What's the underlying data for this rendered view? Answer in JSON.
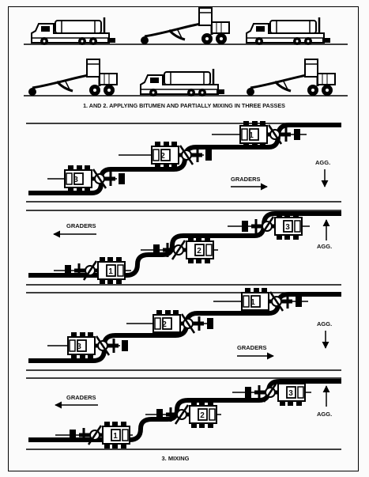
{
  "top": {
    "caption": "1.  AND  2.  APPLYING BITUMEN AND PARTIALLY MIXING IN THREE PASSES",
    "vehicles_row1": [
      "distributor-truck",
      "motor-grader",
      "distributor-truck"
    ],
    "vehicles_row2": [
      "motor-grader",
      "distributor-truck",
      "motor-grader"
    ]
  },
  "panels": [
    {
      "graders": "GRADERS",
      "graders_arrow": "right",
      "agg": "AGG.",
      "agg_arrow": "down",
      "units": [
        "3",
        "2",
        "1"
      ]
    },
    {
      "graders": "GRADERS",
      "graders_arrow": "left",
      "agg": "AGG.",
      "agg_arrow": "up",
      "units": [
        "1",
        "2",
        "3"
      ]
    },
    {
      "graders": "GRADERS",
      "graders_arrow": "right",
      "agg": "AGG.",
      "agg_arrow": "down",
      "units": [
        "3",
        "2",
        "1"
      ]
    },
    {
      "graders": "GRADERS",
      "graders_arrow": "left",
      "agg": "AGG.",
      "agg_arrow": "up",
      "units": [
        "1",
        "2",
        "3"
      ]
    }
  ],
  "bottom": {
    "caption": "3.  MIXING"
  }
}
